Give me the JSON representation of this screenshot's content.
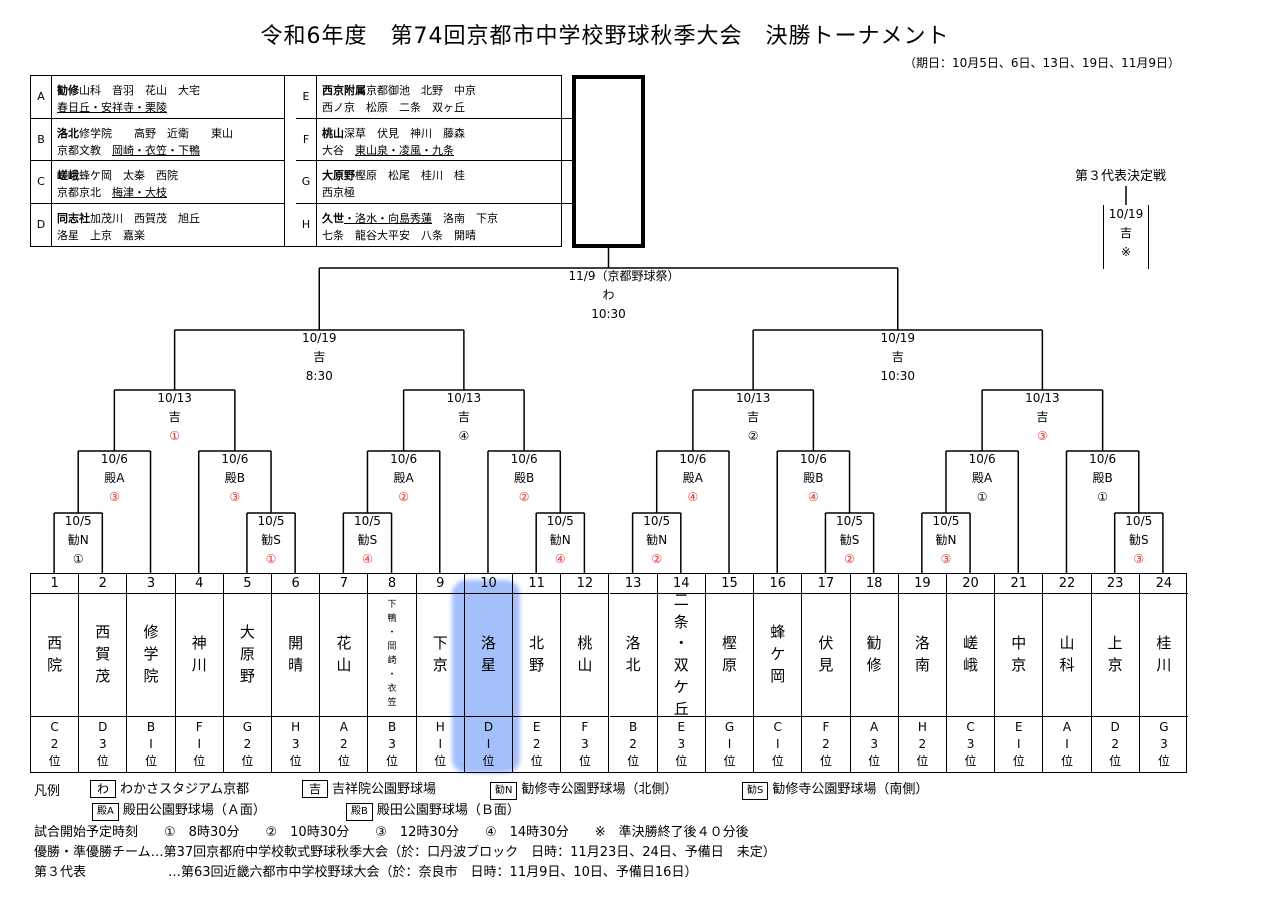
{
  "title": "令和6年度　第74回京都市中学校野球秋季大会　決勝トーナメント",
  "period": "（期日：10月5日、6日、13日、19日、11月9日）",
  "blocks": [
    {
      "letter": "A",
      "bold": "勧修",
      "line1": "山科　音羽　花山　大宅",
      "line2": "",
      "line2u": "春日丘・安祥寺・栗陵"
    },
    {
      "letter": "B",
      "bold": "洛北",
      "line1": "修学院　　高野　近衛　　東山",
      "line2": "京都文教　",
      "line2u": "岡崎・衣笠・下鴨"
    },
    {
      "letter": "C",
      "bold": "嵯峨",
      "line1": "蜂ケ岡　太秦　西院",
      "line2": "京都京北　",
      "line2u": "梅津・大枝"
    },
    {
      "letter": "D",
      "bold": "同志社",
      "line1": "加茂川　西賀茂　旭丘",
      "line2": "洛星　上京　嘉楽",
      "line2u": ""
    },
    {
      "letter": "E",
      "bold": "西京附属",
      "line1": "京都御池　北野　中京",
      "line2": "西ノ京　松原　二条　双ヶ丘",
      "line2u": ""
    },
    {
      "letter": "F",
      "bold": "桃山",
      "line1": "深草　伏見　神川　藤森",
      "line2": "大谷　",
      "line2u": "東山泉・凌風・九条"
    },
    {
      "letter": "G",
      "bold": "大原野",
      "line1": "樫原　松尾　桂川　桂",
      "line2": "西京極",
      "line2u": ""
    },
    {
      "letter": "H",
      "bold": "久世",
      "line1u": "・洛水・向島秀蓮",
      "line1": "　洛南　下京",
      "line2": "七条　龍谷大平安　八条　開晴",
      "line2u": ""
    }
  ],
  "final_match": {
    "date": "11/9（京都野球祭）",
    "venue": "わ",
    "time": "10:30"
  },
  "semis": [
    {
      "date": "10/19",
      "venue": "吉",
      "time": "8:30"
    },
    {
      "date": "10/19",
      "venue": "吉",
      "time": "10:30"
    }
  ],
  "quarters": [
    {
      "date": "10/13",
      "venue": "吉",
      "slot": "①"
    },
    {
      "date": "10/13",
      "venue": "吉",
      "slot": "④"
    },
    {
      "date": "10/13",
      "venue": "吉",
      "slot": "②"
    },
    {
      "date": "10/13",
      "venue": "吉",
      "slot": "③"
    }
  ],
  "round2": [
    {
      "date": "10/6",
      "venue": "殿A",
      "slot": "③"
    },
    {
      "date": "10/6",
      "venue": "殿B",
      "slot": "③"
    },
    {
      "date": "10/6",
      "venue": "殿A",
      "slot": "②"
    },
    {
      "date": "10/6",
      "venue": "殿B",
      "slot": "②"
    },
    {
      "date": "10/6",
      "venue": "殿A",
      "slot": "④"
    },
    {
      "date": "10/6",
      "venue": "殿B",
      "slot": "④"
    },
    {
      "date": "10/6",
      "venue": "殿A",
      "slot": "①"
    },
    {
      "date": "10/6",
      "venue": "殿B",
      "slot": "①"
    }
  ],
  "round1": [
    {
      "date": "10/5",
      "venue": "勧N",
      "slot": "①"
    },
    {
      "date": "10/5",
      "venue": "勧S",
      "slot": "①"
    },
    {
      "date": "10/5",
      "venue": "勧S",
      "slot": "④"
    },
    {
      "date": "10/5",
      "venue": "勧N",
      "slot": "④"
    },
    {
      "date": "10/5",
      "venue": "勧N",
      "slot": "②"
    },
    {
      "date": "10/5",
      "venue": "勧S",
      "slot": "②"
    },
    {
      "date": "10/5",
      "venue": "勧N",
      "slot": "③"
    },
    {
      "date": "10/5",
      "venue": "勧S",
      "slot": "③"
    }
  ],
  "teams": [
    {
      "num": "1",
      "name": [
        "西",
        "院"
      ],
      "rank": [
        "C",
        "2",
        "位"
      ]
    },
    {
      "num": "2",
      "name": [
        "西",
        "賀",
        "茂"
      ],
      "rank": [
        "D",
        "3",
        "位"
      ]
    },
    {
      "num": "3",
      "name": [
        "修",
        "学",
        "院"
      ],
      "rank": [
        "B",
        "Ⅰ",
        "位"
      ]
    },
    {
      "num": "4",
      "name": [
        "神",
        "川"
      ],
      "rank": [
        "F",
        "Ⅰ",
        "位"
      ]
    },
    {
      "num": "5",
      "name": [
        "大",
        "原",
        "野"
      ],
      "rank": [
        "G",
        "2",
        "位"
      ]
    },
    {
      "num": "6",
      "name": [
        "開",
        "晴"
      ],
      "rank": [
        "H",
        "3",
        "位"
      ]
    },
    {
      "num": "7",
      "name": [
        "花",
        "山"
      ],
      "rank": [
        "A",
        "2",
        "位"
      ]
    },
    {
      "num": "8",
      "name": [
        "下",
        "鴨",
        "・",
        "岡",
        "崎",
        "・",
        "衣",
        "笠"
      ],
      "rank": [
        "B",
        "3",
        "位"
      ],
      "small": true
    },
    {
      "num": "9",
      "name": [
        "下",
        "京"
      ],
      "rank": [
        "H",
        "Ⅰ",
        "位"
      ]
    },
    {
      "num": "10",
      "name": [
        "洛",
        "星"
      ],
      "rank": [
        "D",
        "Ⅰ",
        "位"
      ]
    },
    {
      "num": "11",
      "name": [
        "北",
        "野"
      ],
      "rank": [
        "E",
        "2",
        "位"
      ]
    },
    {
      "num": "12",
      "name": [
        "桃",
        "山"
      ],
      "rank": [
        "F",
        "3",
        "位"
      ]
    },
    {
      "num": "13",
      "name": [
        "洛",
        "北"
      ],
      "rank": [
        "B",
        "2",
        "位"
      ]
    },
    {
      "num": "14",
      "name": [
        "二",
        "条",
        "・",
        "双",
        "ケ",
        "丘"
      ],
      "rank": [
        "E",
        "3",
        "位"
      ]
    },
    {
      "num": "15",
      "name": [
        "樫",
        "原"
      ],
      "rank": [
        "G",
        "Ⅰ",
        "位"
      ]
    },
    {
      "num": "16",
      "name": [
        "蜂",
        "ケ",
        "岡"
      ],
      "rank": [
        "C",
        "Ⅰ",
        "位"
      ]
    },
    {
      "num": "17",
      "name": [
        "伏",
        "見"
      ],
      "rank": [
        "F",
        "2",
        "位"
      ]
    },
    {
      "num": "18",
      "name": [
        "勧",
        "修"
      ],
      "rank": [
        "A",
        "3",
        "位"
      ]
    },
    {
      "num": "19",
      "name": [
        "洛",
        "南"
      ],
      "rank": [
        "H",
        "2",
        "位"
      ]
    },
    {
      "num": "20",
      "name": [
        "嵯",
        "峨"
      ],
      "rank": [
        "C",
        "3",
        "位"
      ]
    },
    {
      "num": "21",
      "name": [
        "中",
        "京"
      ],
      "rank": [
        "E",
        "Ⅰ",
        "位"
      ]
    },
    {
      "num": "22",
      "name": [
        "山",
        "科"
      ],
      "rank": [
        "A",
        "Ⅰ",
        "位"
      ]
    },
    {
      "num": "23",
      "name": [
        "上",
        "京"
      ],
      "rank": [
        "D",
        "2",
        "位"
      ]
    },
    {
      "num": "24",
      "name": [
        "桂",
        "川"
      ],
      "rank": [
        "G",
        "3",
        "位"
      ]
    }
  ],
  "third_place": {
    "title": "第３代表決定戦",
    "date": "10/19",
    "venue": "吉",
    "note": "※"
  },
  "legend": {
    "label": "凡例",
    "items": [
      {
        "box": "わ",
        "text": "わかさスタジアム京都"
      },
      {
        "box": "吉",
        "text": "吉祥院公園野球場"
      },
      {
        "box": "勧N",
        "text": "勧修寺公園野球場（北側）"
      },
      {
        "box": "勧S",
        "text": "勧修寺公園野球場（南側）"
      },
      {
        "box": "殿A",
        "text": "殿田公園野球場（Ａ面）"
      },
      {
        "box": "殿B",
        "text": "殿田公園野球場（Ｂ面）"
      }
    ],
    "time_label": "試合開始予定時刻",
    "times": "①　8時30分　　②　10時30分　　③　12時30分　　④　14時30分　　※　準決勝終了後４０分後",
    "line_winner": "優勝・準優勝チーム…第37回京都府中学校軟式野球秋季大会（於：口丹波ブロック　日時：11月23日、24日、予備日　未定）",
    "line_third_label": "第３代表",
    "line_third": "…第63回近畿六都市中学校野球大会（於：奈良市　日時：11月9日、10日、予備日16日）"
  }
}
